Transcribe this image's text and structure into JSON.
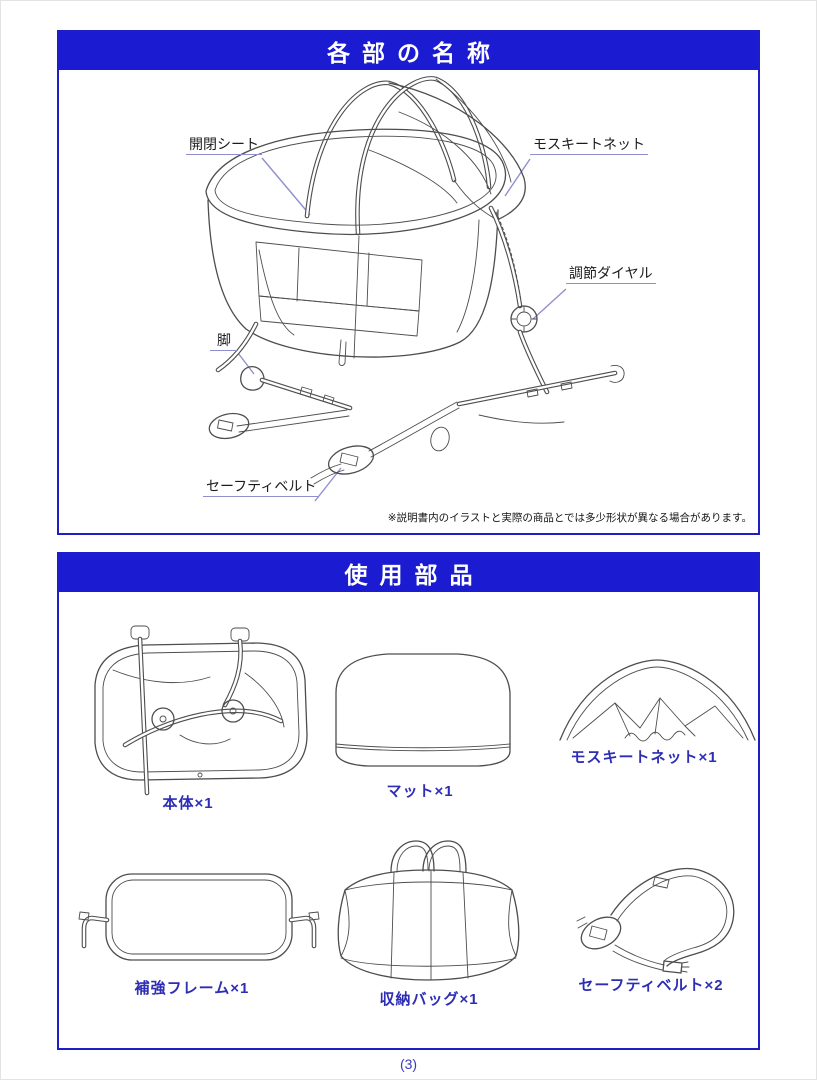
{
  "document": {
    "page_number": "(3)"
  },
  "panel_parts_names": {
    "title": "各部の名称",
    "callouts": {
      "open_close_sheet": "開閉シート",
      "mosquito_net": "モスキートネット",
      "adjustment_dial": "調節ダイヤル",
      "leg": "脚",
      "safety_belt": "セーフティベルト"
    },
    "note": "※説明書内のイラストと実際の商品とでは多少形状が異なる場合があります。"
  },
  "panel_used_parts": {
    "title": "使用部品",
    "items": [
      {
        "name": "main-body",
        "label": "本体×1"
      },
      {
        "name": "mat",
        "label": "マット×1"
      },
      {
        "name": "mosquito-net",
        "label": "モスキートネット×1"
      },
      {
        "name": "reinforcement-frame",
        "label": "補強フレーム×1"
      },
      {
        "name": "storage-bag",
        "label": "収納バッグ×1"
      },
      {
        "name": "safety-belt",
        "label": "セーフティベルト×2"
      }
    ]
  },
  "colors": {
    "header_blue": "#1b1bd1",
    "part_label_blue": "#2d2db5",
    "leader_line": "#8f8fd0"
  }
}
